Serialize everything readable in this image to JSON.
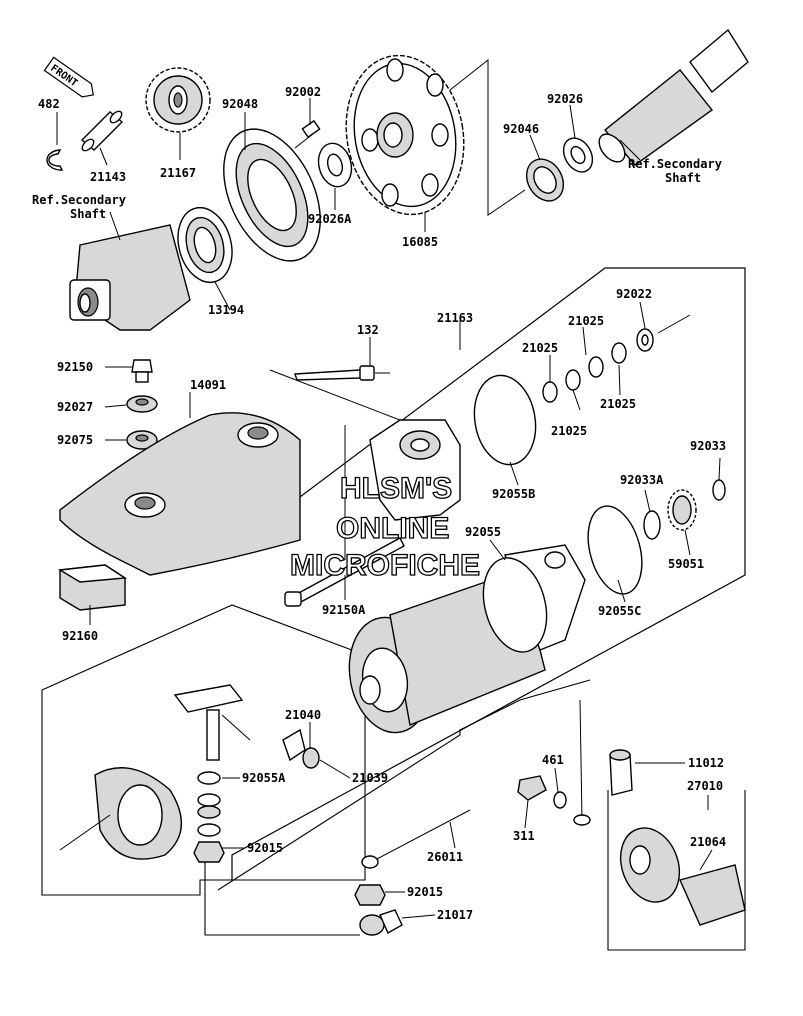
{
  "front_tag": "FRONT",
  "labels": {
    "p482": "482",
    "p21143": "21143",
    "p21167": "21167",
    "p92048": "92048",
    "p92002": "92002",
    "p92026A": "92026A",
    "p16085": "16085",
    "p92026": "92026",
    "p92046": "92046",
    "ref_secondary_r1": "Ref.Secondary",
    "ref_secondary_r2": "Shaft",
    "ref_secondary_l1": "Ref.Secondary",
    "ref_secondary_l2": "Shaft",
    "p13194": "13194",
    "p132": "132",
    "p21163": "21163",
    "p92022": "92022",
    "p21025a": "21025",
    "p21025b": "21025",
    "p21025c": "21025",
    "p21025d": "21025",
    "p92150": "92150",
    "p14091": "14091",
    "p92027": "92027",
    "p92075": "92075",
    "p92055B": "92055B",
    "p92033": "92033",
    "p92033A": "92033A",
    "p92055": "92055",
    "p59051": "59051",
    "p92160": "92160",
    "p92150A": "92150A",
    "p92055C": "92055C",
    "p21040": "21040",
    "p92055A": "92055A",
    "p21039": "21039",
    "p92015a": "92015",
    "p461": "461",
    "p11012": "11012",
    "p27010": "27010",
    "p311": "311",
    "p26011": "26011",
    "p21064": "21064",
    "p92015b": "92015",
    "p21017": "21017"
  },
  "watermark": {
    "line1": "HLSM'S",
    "line2": "ONLINE",
    "line3": "MICROFICHE"
  }
}
